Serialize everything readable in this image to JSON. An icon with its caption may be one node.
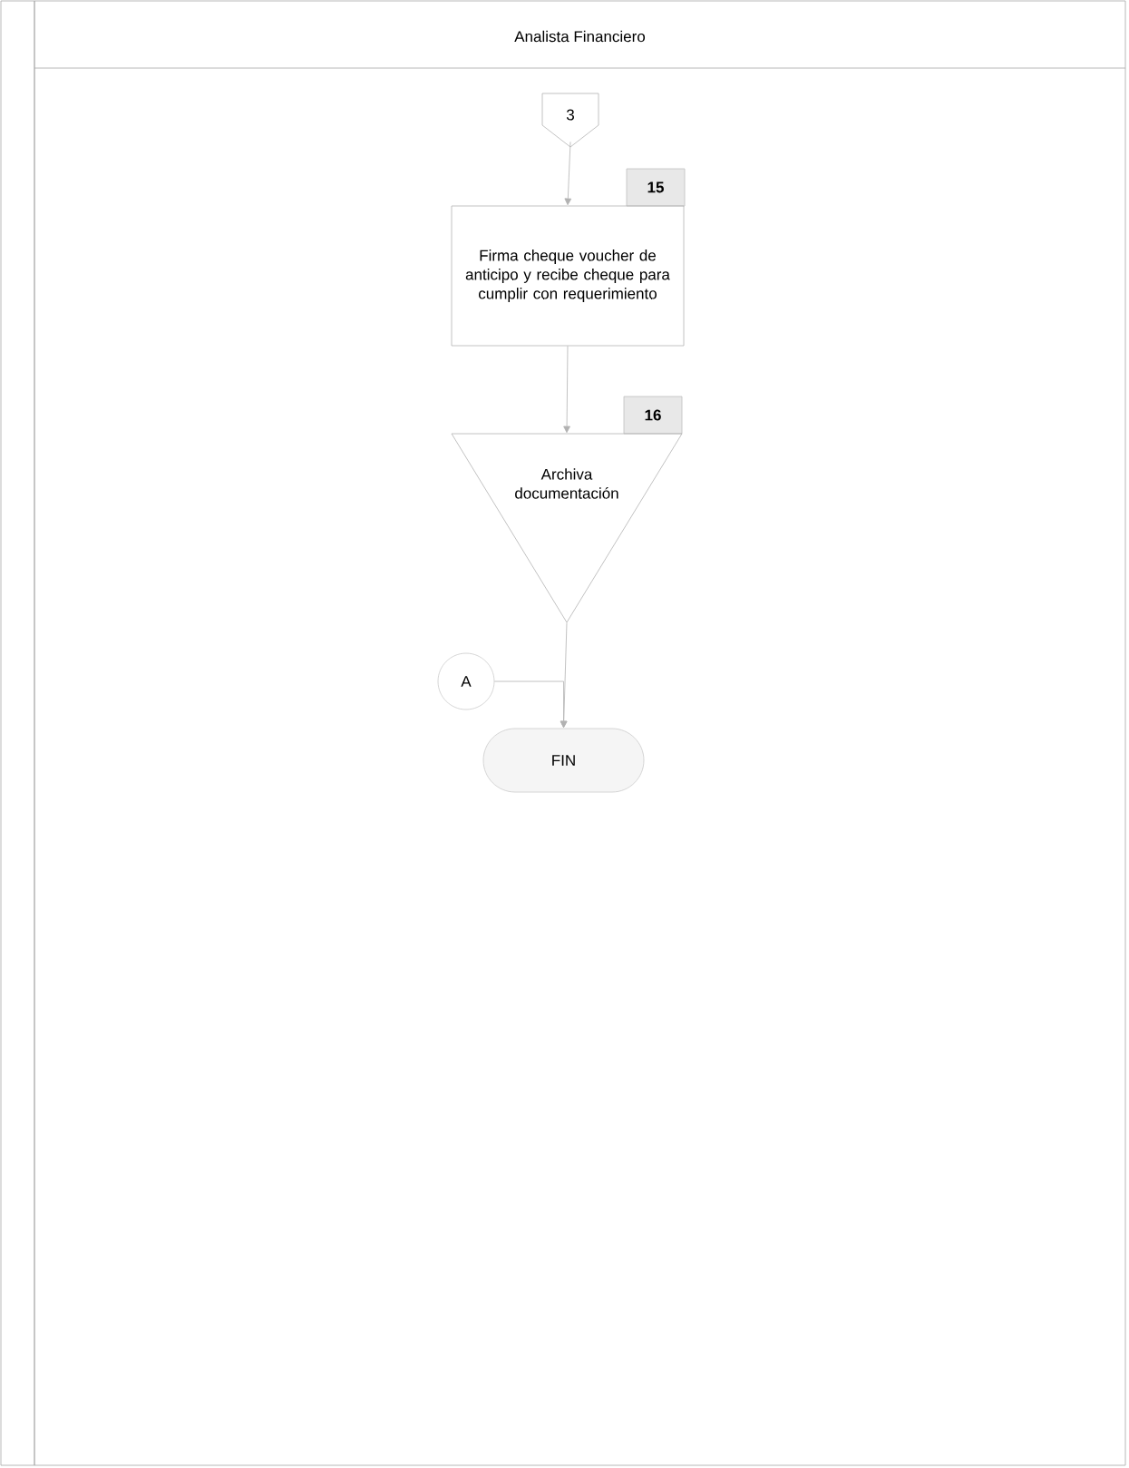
{
  "diagram": {
    "nodes": [
      {
        "text": [
          "Analista Financiero"
        ]
      },
      {
        "text": [
          "3"
        ],
        "in": 0
      },
      {
        "text": [
          "15"
        ],
        "in": 0
      },
      {
        "text": [
          "Firma cheque voucher de anticipo y recibe cheque para cumplir con requerimiento"
        ],
        "in": 0
      },
      {
        "text": [
          "16"
        ],
        "in": 0
      },
      {
        "text": [
          "Archiva documentación"
        ],
        "in": 0
      },
      {
        "text": [
          "A"
        ],
        "in": 0
      },
      {
        "text": [
          "FIN"
        ],
        "in": 0
      }
    ],
    "edges": [
      {
        "from": 1,
        "to": 3,
        "arrow": "to"
      },
      {
        "from": 3,
        "to": 5,
        "arrow": "to"
      },
      {
        "from": 5,
        "to": 7,
        "arrow": "to"
      },
      {
        "from": 6,
        "to": 7,
        "arrow": "to"
      }
    ]
  }
}
